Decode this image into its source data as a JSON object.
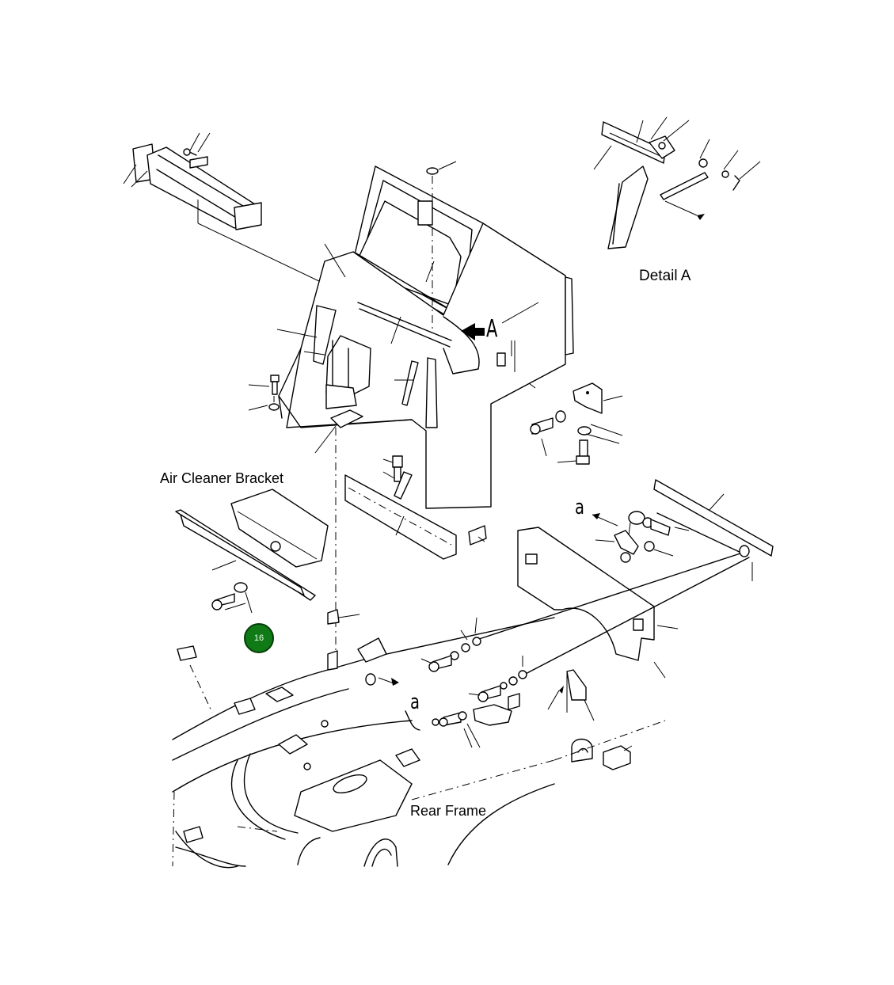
{
  "labels": {
    "detail_a": "Detail A",
    "air_cleaner_bracket": "Air Cleaner Bracket",
    "rear_frame": "Rear Frame",
    "view_letter_a": "A",
    "ref_a_upper": "a",
    "ref_a_lower": "a"
  },
  "callout": {
    "number": "16",
    "color": "#0f7a16"
  }
}
